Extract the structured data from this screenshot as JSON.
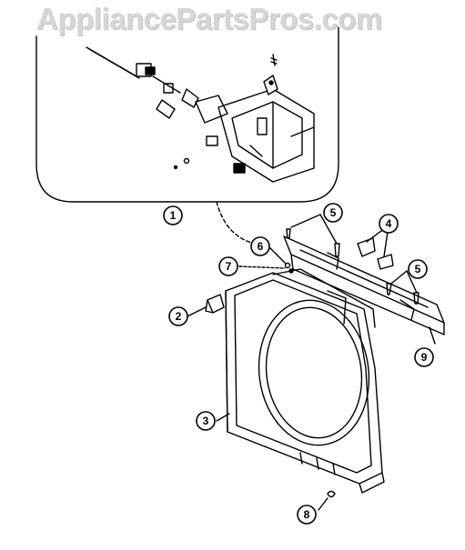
{
  "watermark": {
    "text": "AppliancePartsPros.com"
  },
  "callouts": [
    {
      "label": "1"
    },
    {
      "label": "2"
    },
    {
      "label": "3"
    },
    {
      "label": "4"
    },
    {
      "label": "5"
    },
    {
      "label": "5"
    },
    {
      "label": "6"
    },
    {
      "label": "7"
    },
    {
      "label": "8"
    },
    {
      "label": "9"
    }
  ],
  "colors": {
    "line": "#000000",
    "watermark": "#d6d6d6",
    "background": "#ffffff"
  }
}
